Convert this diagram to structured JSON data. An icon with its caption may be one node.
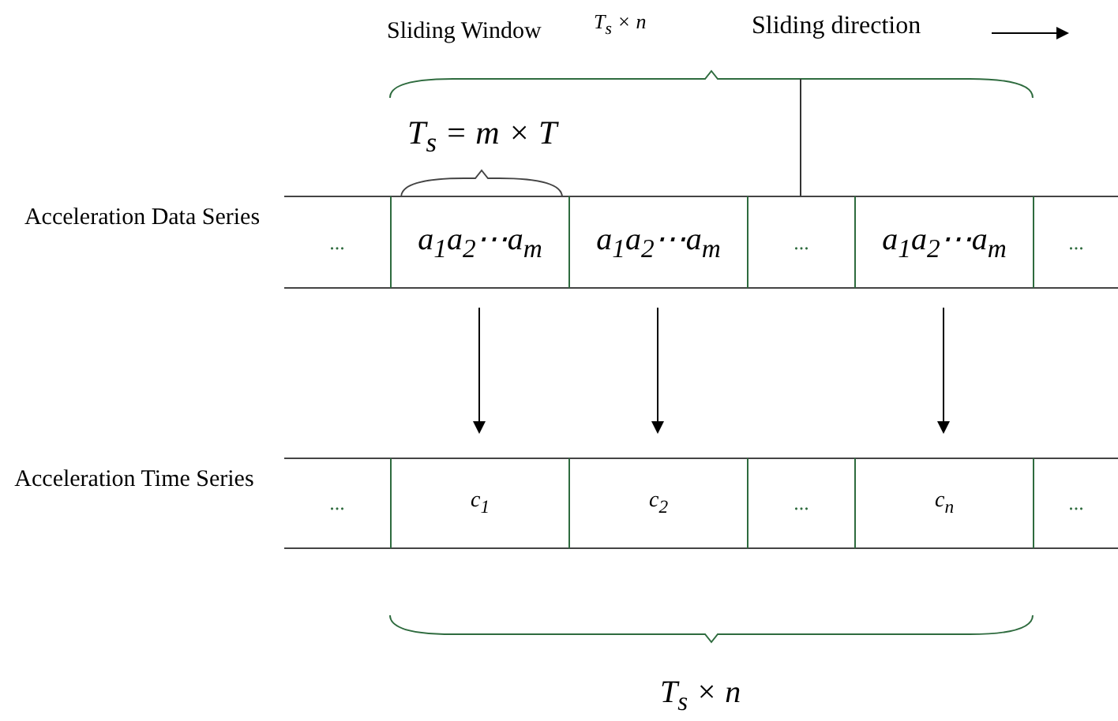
{
  "diagram": {
    "nodes": [
      {
        "text": [
          "..."
        ]
      },
      {
        "text": [
          "a$_{1}$a$_{2}$⋯a$_{m}$"
        ]
      },
      {
        "text": [
          "a$_{1}$a$_{2}$⋯a$_{m}$"
        ]
      },
      {
        "text": [
          "..."
        ]
      },
      {
        "text": [
          "a$_{1}$a$_{2}$⋯a$_{m}$"
        ]
      },
      {
        "text": [
          "..."
        ]
      },
      {
        "text": [
          "..."
        ]
      },
      {
        "text": [
          "c$_{1}$"
        ]
      },
      {
        "text": [
          "c$_{2}$"
        ]
      },
      {
        "text": [
          "..."
        ]
      },
      {
        "text": [
          "c$_{n}$"
        ]
      },
      {
        "text": [
          "..."
        ]
      }
    ],
    "edges": [
      {
        "from": 1,
        "to": 7,
        "arrow": "to"
      },
      {
        "from": 2,
        "to": 8,
        "arrow": "to"
      },
      {
        "from": 4,
        "to": 10,
        "arrow": "to"
      }
    ],
    "labels": [
      "Sliding Window",
      "T$_{s}$ × n",
      "Sliding direction",
      "T$_{s}$ = m × T",
      "Acceleration Data Series",
      "Acceleration Time Series",
      "T$_{s}$ × n"
    ]
  }
}
